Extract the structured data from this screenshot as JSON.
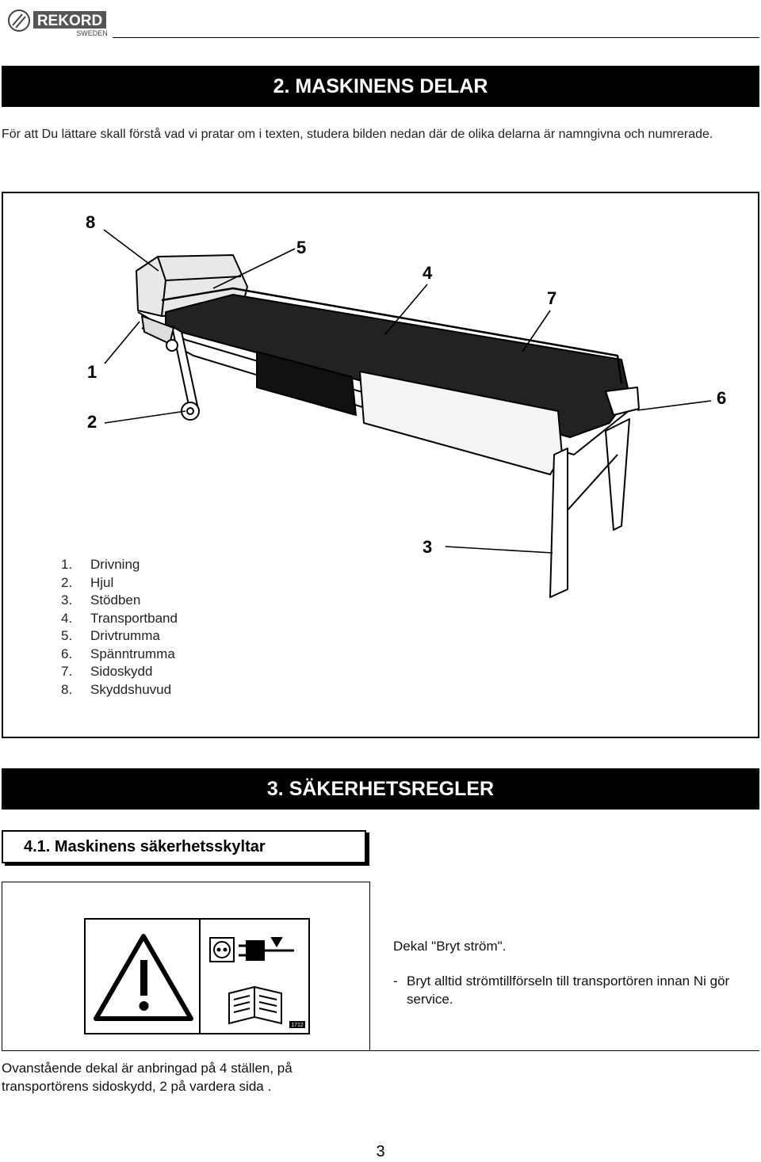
{
  "header": {
    "logo_text": "REKORD",
    "logo_subtext": "SWEDEN"
  },
  "section2": {
    "title": "2. MASKINENS DELAR",
    "intro": "För att Du lättare skall förstå vad vi pratar om i texten, studera bilden nedan där de olika delarna är namngivna och numrerade."
  },
  "figure": {
    "callouts": [
      "8",
      "5",
      "4",
      "7",
      "1",
      "2",
      "6",
      "3"
    ],
    "legend": [
      {
        "num": "1.",
        "label": "Drivning"
      },
      {
        "num": "2.",
        "label": "Hjul"
      },
      {
        "num": "3.",
        "label": "Stödben"
      },
      {
        "num": "4.",
        "label": "Transportband"
      },
      {
        "num": "5.",
        "label": "Drivtrumma"
      },
      {
        "num": "6.",
        "label": "Spänntrumma"
      },
      {
        "num": "7.",
        "label": "Sidoskydd"
      },
      {
        "num": "8.",
        "label": "Skyddshuvud"
      }
    ]
  },
  "section3": {
    "title": "3. SÄKERHETSREGLER",
    "subsection_title": "4.1. Maskinens säkerhetsskyltar",
    "decal_title": "Dekal \"Bryt ström\".",
    "decal_bullet_dash": "-",
    "decal_bullet": "Bryt alltid strömtillförseln till transportören innan Ni gör service.",
    "decal_code": "1712"
  },
  "footer": {
    "note": "Ovanstående dekal är anbringad på 4 ställen, på transportörens sidoskydd, 2 på vardera sida .",
    "page_number": "3"
  }
}
